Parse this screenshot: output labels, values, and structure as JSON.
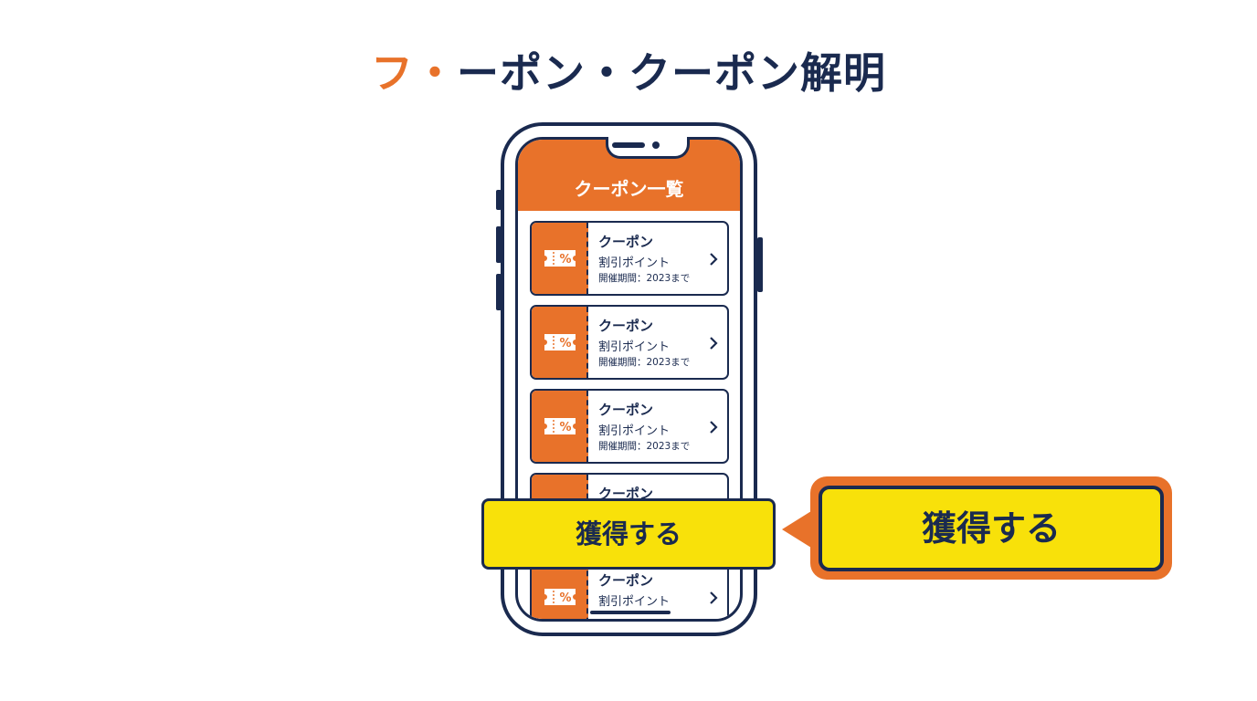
{
  "page": {
    "title_accent": "フ・",
    "title_rest": "ーポン・クーポン解明"
  },
  "app": {
    "header_title": "クーポン一覧"
  },
  "coupons": [
    {
      "title": "クーポン",
      "subtitle": "割引ポイント",
      "period": "開催期間：2023まで"
    },
    {
      "title": "クーポン",
      "subtitle": "割引ポイント",
      "period": "開催期間：2023まで"
    },
    {
      "title": "クーポン",
      "subtitle": "割引ポイント",
      "period": "開催期間：2023まで"
    },
    {
      "title": "クーポン",
      "subtitle": "",
      "period": ""
    },
    {
      "title": "クーポン",
      "subtitle": "割引ポイント",
      "period": ""
    }
  ],
  "actions": {
    "get_label": "獲得する",
    "callout_label": "獲得する"
  },
  "colors": {
    "accent": "#e8722a",
    "navy": "#1a2a4f",
    "button_yellow": "#f8e10a"
  },
  "icons": {
    "coupon": "ticket-percent-icon",
    "row_action": "chevron-right-icon"
  }
}
